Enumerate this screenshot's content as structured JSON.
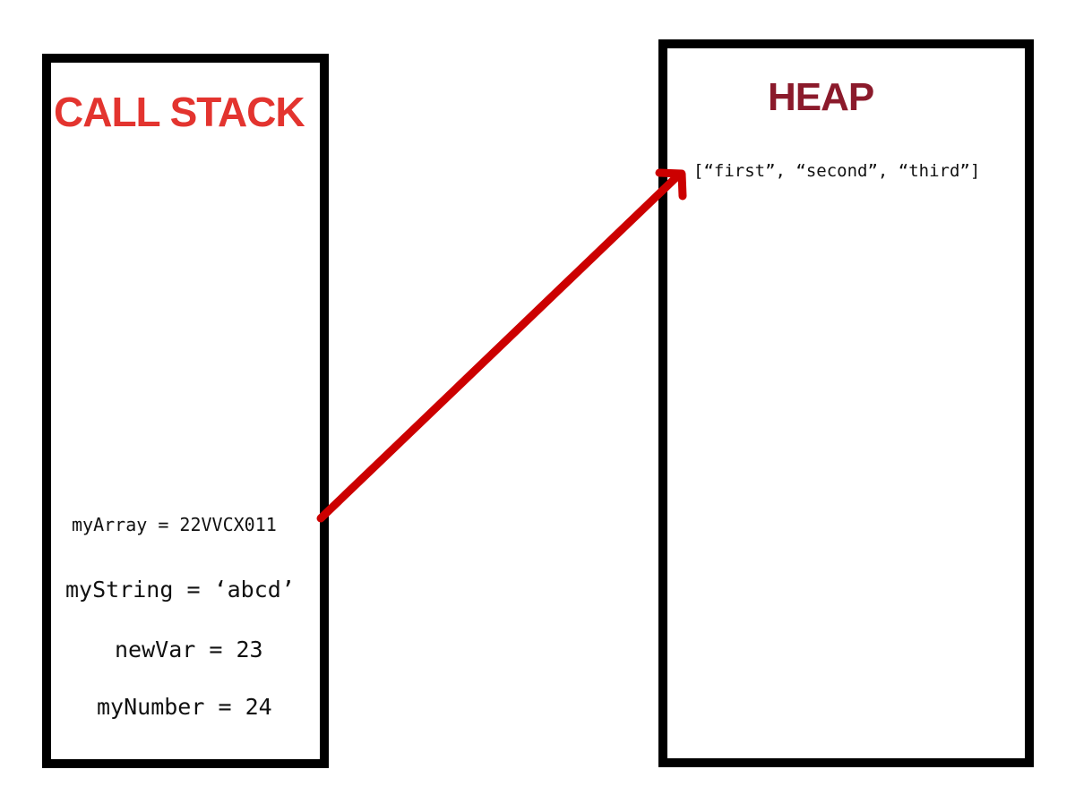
{
  "call_stack": {
    "title": "CALL STACK",
    "variables": [
      "myArray = 22VVCX011",
      "myString = ‘abcd’",
      "newVar = 23",
      "myNumber = 24"
    ]
  },
  "heap": {
    "title": "HEAP",
    "value": "[“first”, “second”, “third”]"
  },
  "colors": {
    "call_stack_title": "#e3342f",
    "heap_title": "#8b1a2b",
    "pointer_arrow": "#cc0000",
    "box_border": "#000000"
  }
}
